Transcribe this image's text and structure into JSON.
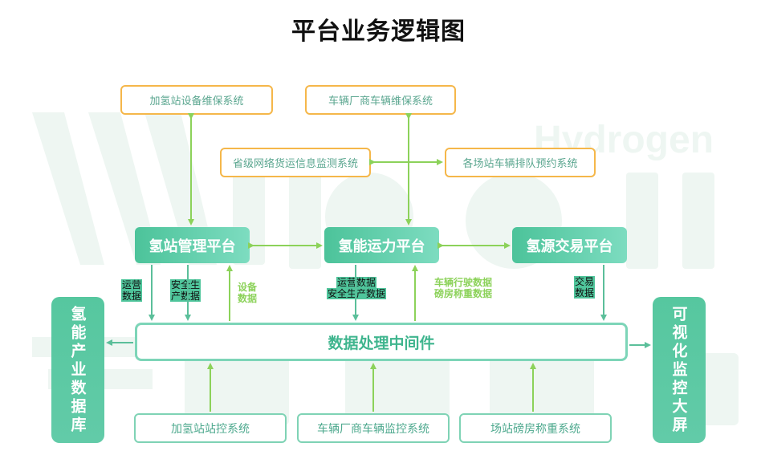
{
  "title": "平台业务逻辑图",
  "watermark": {
    "text": "Hydrogen"
  },
  "top_systems": [
    {
      "label": "加氢站设备维保系统"
    },
    {
      "label": "车辆厂商车辆维保系统"
    },
    {
      "label": "省级网络货运信息监测系统"
    },
    {
      "label": "各场站车辆排队预约系统"
    }
  ],
  "platforms": [
    {
      "label": "氢站管理平台"
    },
    {
      "label": "氢能运力平台"
    },
    {
      "label": "氢源交易平台"
    }
  ],
  "flow_labels": {
    "ops_data": [
      "运营",
      "数据"
    ],
    "safety_data": [
      "安全生",
      "产数据"
    ],
    "device_data": [
      "设备",
      "数据"
    ],
    "ops_safety": [
      "运营数据",
      "安全生产数据"
    ],
    "vehicle_data": [
      "车辆行驶数据",
      "磅房称重数据"
    ],
    "trade_data": [
      "交易",
      "数据"
    ]
  },
  "middleware": {
    "label": "数据处理中间件"
  },
  "left_db": {
    "label": "氢能产业数据库"
  },
  "right_screen": {
    "label": "可视化监控大屏"
  },
  "bottom_systems": [
    {
      "label": "加氢站站控系统"
    },
    {
      "label": "车辆厂商车辆监控系统"
    },
    {
      "label": "场站磅房称重系统"
    }
  ],
  "colors": {
    "accent": "#4cc39a",
    "orange_border": "#f5b74a",
    "arrow_green": "#8cd25a",
    "arrow_teal": "#5bbf9a"
  }
}
